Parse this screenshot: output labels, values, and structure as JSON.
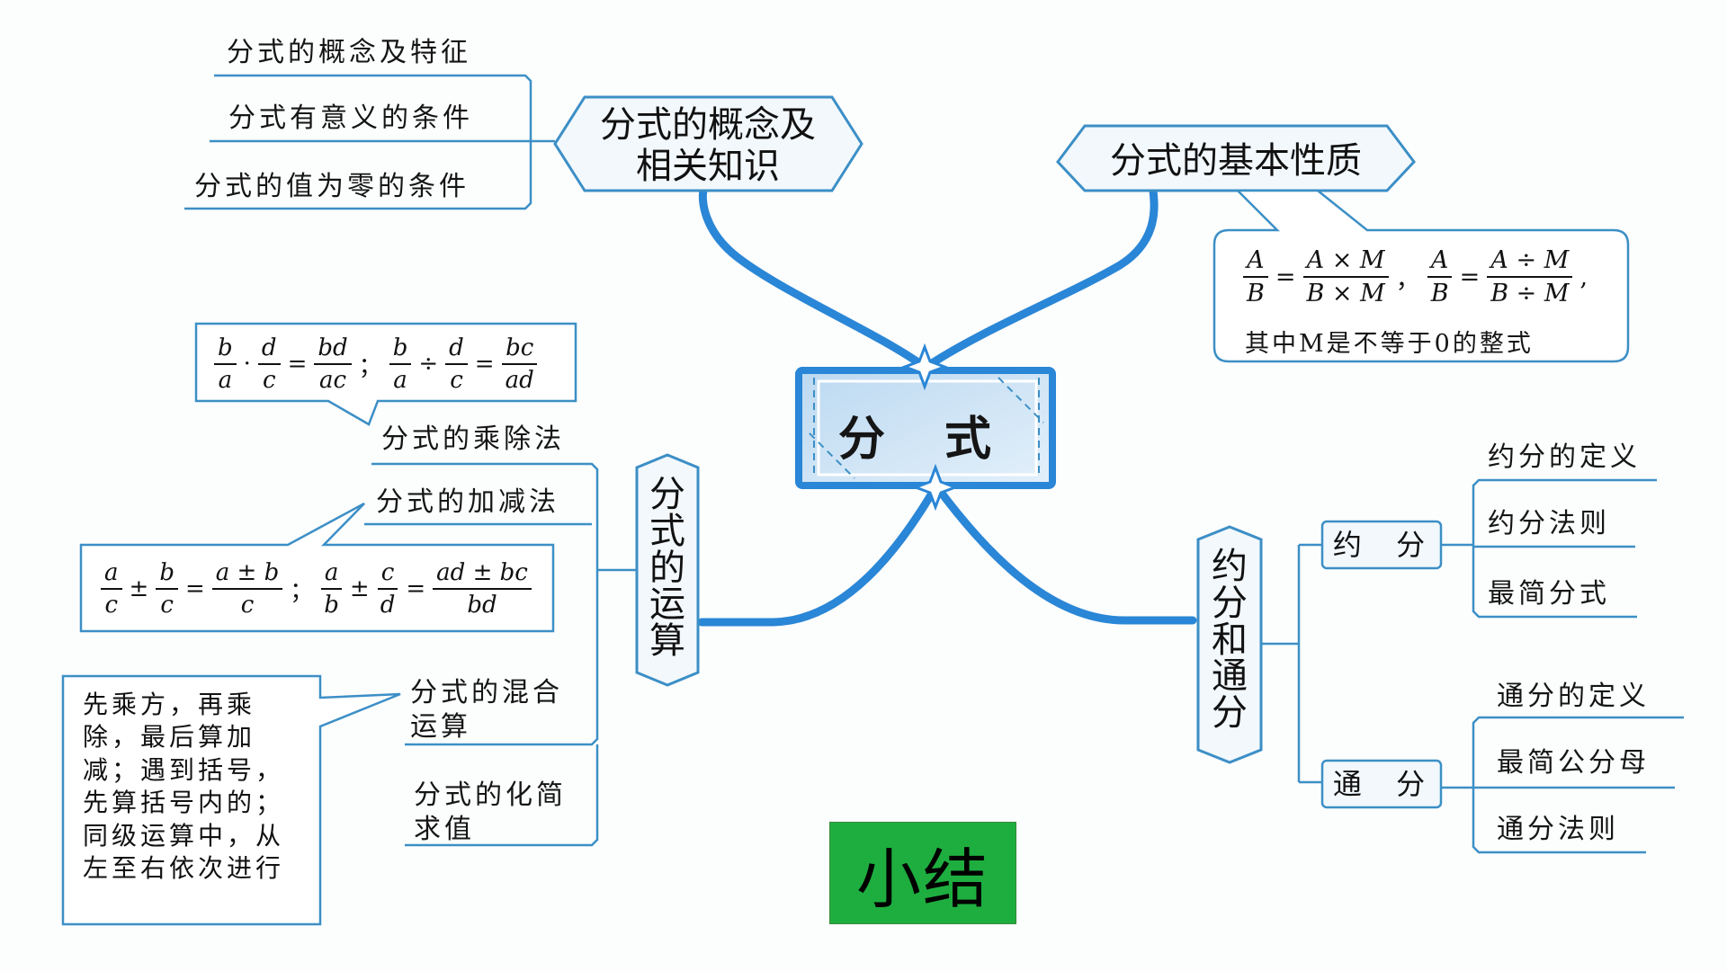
{
  "center": {
    "label": "分 式"
  },
  "summary_label": "小结",
  "concept_branch": {
    "title": "分式的概念及相关知识",
    "items": [
      "分式的概念及特征",
      "分式有意义的条件",
      "分式的值为零的条件"
    ]
  },
  "property_branch": {
    "title": "分式的基本性质",
    "formula": {
      "left1_num": "A",
      "left1_den": "B",
      "right1_num": "A × M",
      "right1_den": "B × M",
      "left2_num": "A",
      "left2_den": "B",
      "right2_num": "A ÷ M",
      "right2_den": "B ÷ M",
      "eq": "=",
      "comma": "，",
      "trail": ","
    },
    "condition": "其中M是不等于0的整式"
  },
  "operation_branch": {
    "title": "分式的运算",
    "items": [
      "分式的乘除法",
      "分式的加减法",
      "分式的混合运算",
      "分式的化简求值"
    ],
    "mul_div_formula": {
      "f1_num": "b",
      "f1_den": "a",
      "dot": "·",
      "f2_num": "d",
      "f2_den": "c",
      "eq": "=",
      "f3_num": "bd",
      "f3_den": "ac",
      "sep": "；",
      "f4_num": "b",
      "f4_den": "a",
      "div": "÷",
      "f5_num": "d",
      "f5_den": "c",
      "f6_num": "bc",
      "f6_den": "ad"
    },
    "add_sub_formula": {
      "f1_num": "a",
      "f1_den": "c",
      "pm": "±",
      "f2_num": "b",
      "f2_den": "c",
      "eq": "=",
      "f3_num": "a ± b",
      "f3_den": "c",
      "sep": "；",
      "f4_num": "a",
      "f4_den": "b",
      "f5_num": "c",
      "f5_den": "d",
      "f6_num": "ad ± bc",
      "f6_den": "bd"
    },
    "mixed_note": "先乘方，再乘除，最后算加减；遇到括号，先算括号内的；同级运算中，从左至右依次进行"
  },
  "reduction_branch": {
    "title": "约分和通分",
    "reduce": {
      "label": "约 分",
      "items": [
        "约分的定义",
        "约分法则",
        "最简分式"
      ]
    },
    "common": {
      "label": "通 分",
      "items": [
        "通分的定义",
        "最简公分母",
        "通分法则"
      ]
    }
  },
  "colors": {
    "branch": "#2a86d6",
    "box_stroke": "#3c8fc6",
    "box_fill": "#f2f8fc",
    "center_fill": "#cfe4f5",
    "summary_fill": "#1eae3f"
  }
}
